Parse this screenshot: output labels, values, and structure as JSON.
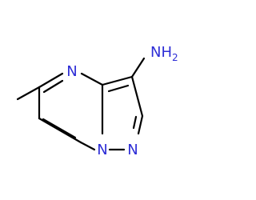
{
  "molecule": {
    "atoms": {
      "amine": {
        "text": "NH2",
        "element": "N",
        "subscript": "2"
      },
      "ring_n_upper": {
        "text": "N"
      },
      "ring_n_bridge": {
        "text": "N"
      },
      "ring_n_lower": {
        "text": "N"
      }
    }
  },
  "colors": {
    "bond": "#000000",
    "nitrogen": "#2d2dd6"
  }
}
